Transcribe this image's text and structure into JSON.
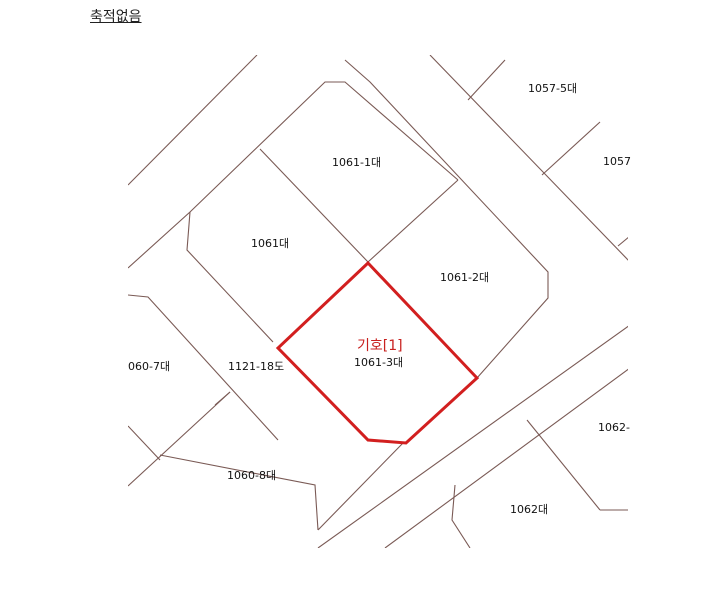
{
  "header": {
    "scale_note": "축적없음"
  },
  "colors": {
    "parcel_line": "#7a5a55",
    "highlight": "#d21f1f"
  },
  "highlight": {
    "symbol": "기호[1]",
    "lot": "1061-3대"
  },
  "lots": {
    "l1057_5": "1057-5대",
    "l1057": "1057",
    "l1061_1": "1061-1대",
    "l1061": "1061대",
    "l1061_2": "1061-2대",
    "l1060_7": "060-7대",
    "l1121_18": "1121-18도",
    "l1060_8": "1060-8대",
    "l1062": "1062대",
    "l1062_r": "1062-"
  }
}
